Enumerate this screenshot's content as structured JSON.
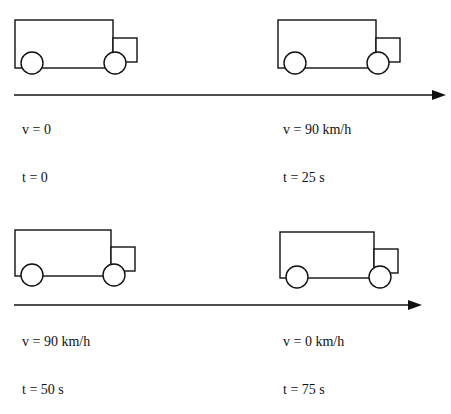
{
  "diagram": {
    "labels": [
      "v = 0",
      "v = 90 km/h",
      "t = 0",
      "t = 25 s",
      "v = 90 km/h",
      "v = 0 km/h",
      "t = 50 s",
      "t = 75 s"
    ]
  }
}
